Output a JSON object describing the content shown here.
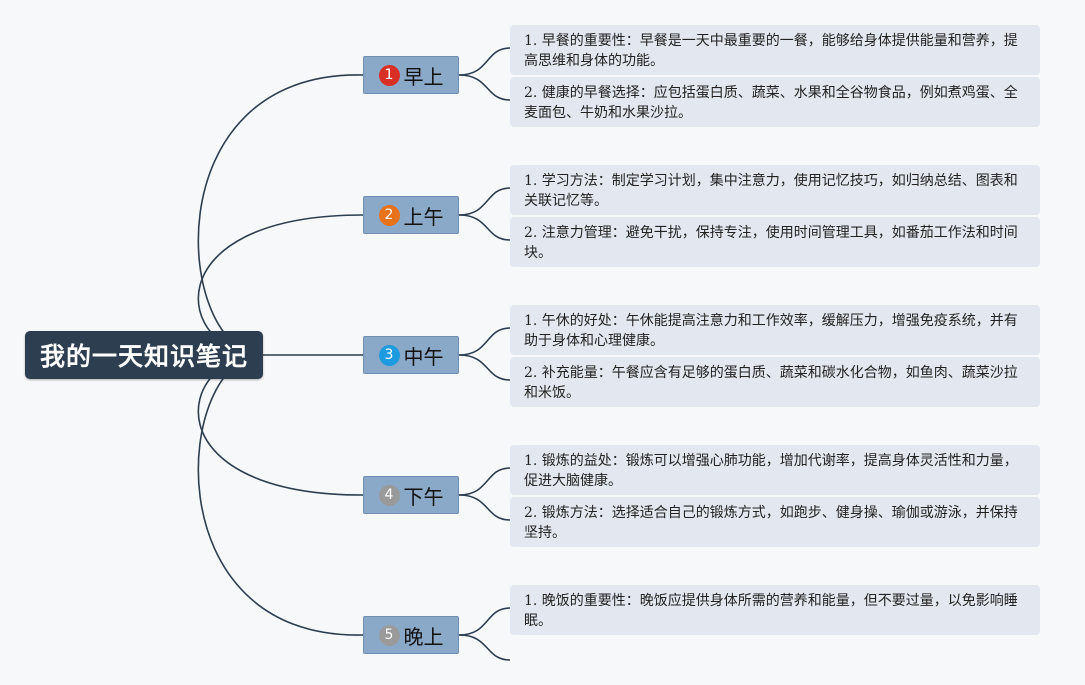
{
  "root": {
    "title": "我的一天知识笔记"
  },
  "sections": [
    {
      "num": "1",
      "title": "早上",
      "badge_color": "#d93025",
      "notes": [
        "1. 早餐的重要性：早餐是一天中最重要的一餐，能够给身体提供能量和营养，提高思维和身体的功能。",
        "2. 健康的早餐选择：应包括蛋白质、蔬菜、水果和全谷物食品，例如煮鸡蛋、全麦面包、牛奶和水果沙拉。"
      ]
    },
    {
      "num": "2",
      "title": "上午",
      "badge_color": "#e8711c",
      "notes": [
        "1. 学习方法：制定学习计划，集中注意力，使用记忆技巧，如归纳总结、图表和关联记忆等。",
        "2. 注意力管理：避免干扰，保持专注，使用时间管理工具，如番茄工作法和时间块。"
      ]
    },
    {
      "num": "3",
      "title": "中午",
      "badge_color": "#1e9be0",
      "notes": [
        "1. 午休的好处：午休能提高注意力和工作效率，缓解压力，增强免疫系统，并有助于身体和心理健康。",
        "2. 补充能量：午餐应含有足够的蛋白质、蔬菜和碳水化合物，如鱼肉、蔬菜沙拉和米饭。"
      ]
    },
    {
      "num": "4",
      "title": "下午",
      "badge_color": "#9a9a9a",
      "notes": [
        "1. 锻炼的益处：锻炼可以增强心肺功能，增加代谢率，提高身体灵活性和力量，促进大脑健康。",
        "2. 锻炼方法：选择适合自己的锻炼方式，如跑步、健身操、瑜伽或游泳，并保持坚持。"
      ]
    },
    {
      "num": "5",
      "title": "晚上",
      "badge_color": "#9a9a9a",
      "notes": [
        "1. 晚饭的重要性：晚饭应提供身体所需的营养和能量，但不要过量，以免影响睡眠。"
      ]
    }
  ],
  "colors": {
    "line": "#2c3e50",
    "root_bg": "#2c3e50",
    "section_bg": "#8aa8c8",
    "note_bg": "#e3e8f0"
  }
}
